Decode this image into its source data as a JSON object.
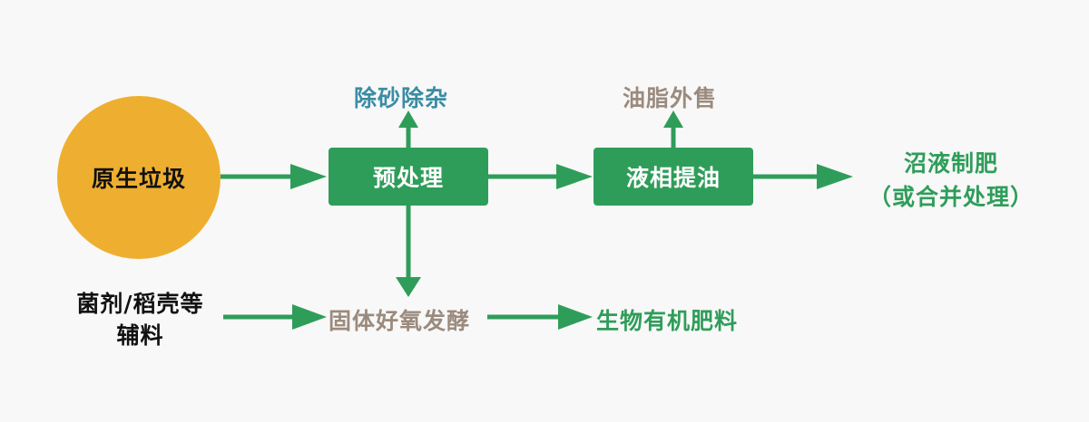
{
  "nodes": {
    "raw_waste": "原生垃圾",
    "pretreatment": "预处理",
    "sand_removal": "除砂除杂",
    "liquid_oil": "液相提油",
    "grease_sale": "油脂外售",
    "biogas_line1": "沼液制肥",
    "biogas_line2": "（或合并处理）",
    "auxiliary_line1": "菌剂/稻壳等",
    "auxiliary_line2": "辅料",
    "aerobic_fermentation": "固体好氧发酵",
    "organic_fertilizer": "生物有机肥料"
  },
  "colors": {
    "green": "#2f9d5a",
    "orange": "#eeaf30",
    "blue": "#3a8ca4",
    "taupe": "#9b8b7e",
    "background": "#f8f8f8"
  }
}
